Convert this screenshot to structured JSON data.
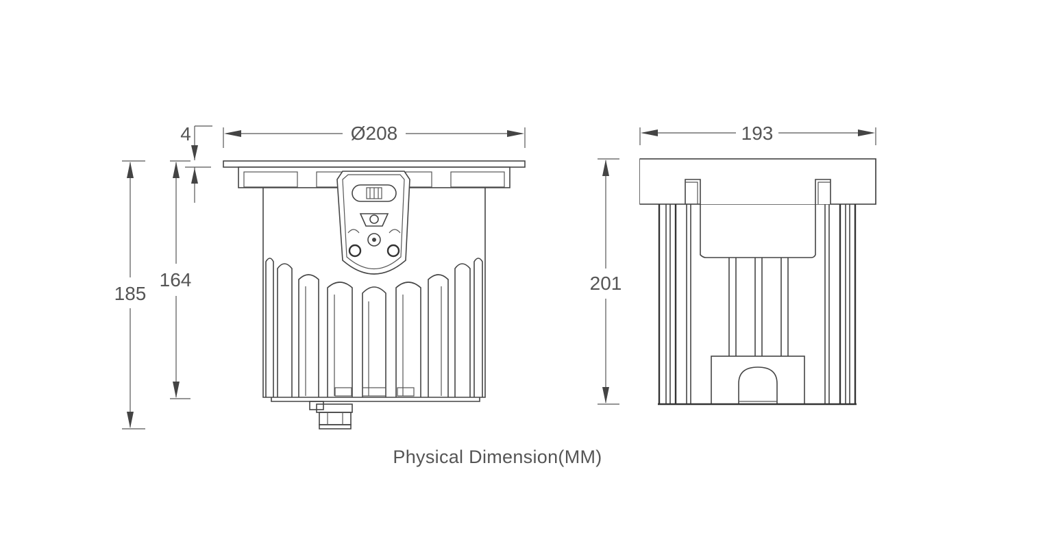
{
  "dimensions": {
    "flange_thickness": "4",
    "total_height": "185",
    "body_height": "164",
    "diameter": "Ø208",
    "side_width": "193",
    "side_height": "201"
  },
  "caption": "Physical Dimension(MM)"
}
